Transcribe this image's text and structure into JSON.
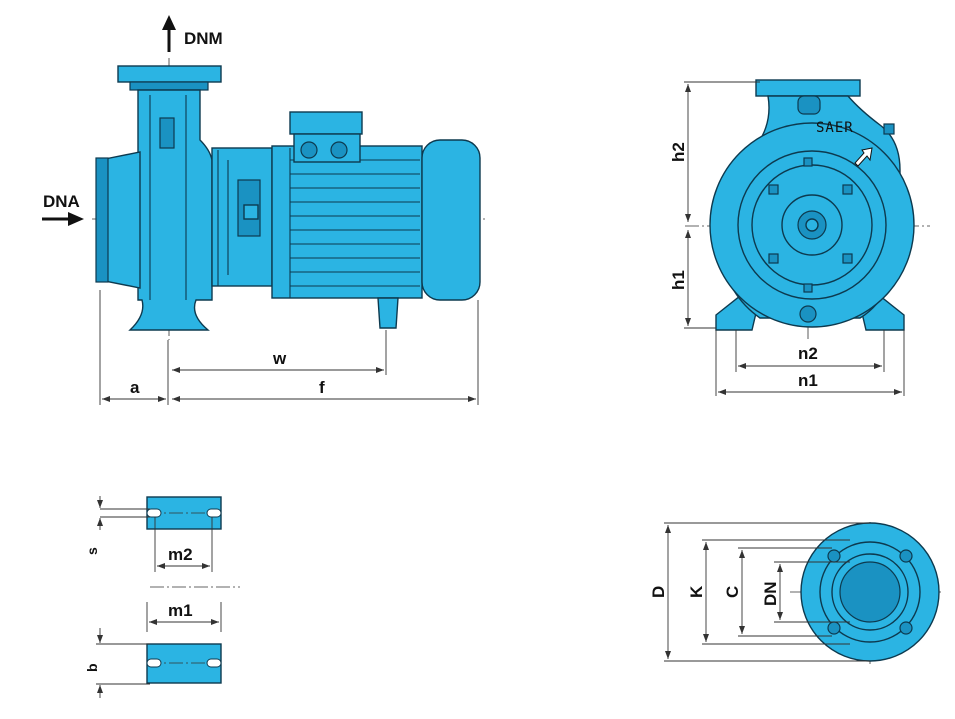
{
  "labels": {
    "dnm": "DNM",
    "dna": "DNA",
    "w": "w",
    "f": "f",
    "a": "a",
    "h1": "h1",
    "h2": "h2",
    "n1": "n1",
    "n2": "n2",
    "brand": "SAER",
    "s": "s",
    "m2": "m2",
    "m1": "m1",
    "b": "b",
    "d": "D",
    "k": "K",
    "c": "C",
    "dn": "DN"
  },
  "colors": {
    "pump_body": "#2bb4e3",
    "outline": "#0d3a4f",
    "dimension_lines": "#333333"
  }
}
